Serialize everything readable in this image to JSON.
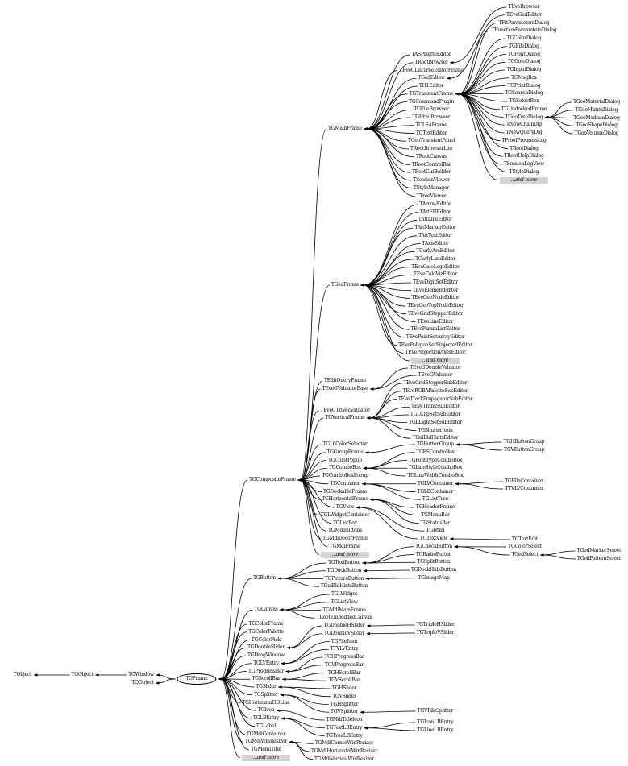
{
  "title": "TGFrame class inheritance diagram",
  "colors": {
    "line": "#000000",
    "more_box": "#d3d3d3",
    "background": "#ffffff"
  },
  "nodes": {
    "TObject": "TObject",
    "TGObject": "TGObject",
    "TGWindow": "TGWindow",
    "TQObject": "TQObject",
    "TGFrame": "TGFrame",
    "TGButton": "TGButton",
    "TGCanvas": "TGCanvas",
    "TGColorFrame": "TGColorFrame",
    "TGColorPalette": "TGColorPalette",
    "TGColorPick": "TGColorPick",
    "TGDoubleSlider": "TGDoubleSlider",
    "TGDragWindow": "TGDragWindow",
    "TGLVEntry": "TGLVEntry",
    "TGProgressBar": "TGProgressBar",
    "TGScrollBar": "TGScrollBar",
    "TGSlider": "TGSlider",
    "TGSplitter": "TGSplitter",
    "TGHorizontal3DLine": "TGHorizontal3DLine",
    "TGIcon": "TGIcon",
    "TGLBEntry": "TGLBEntry",
    "TGLabel": "TGLabel",
    "TGMdiContainer": "TGMdiContainer",
    "TGMdiWinResizer": "TGMdiWinResizer",
    "TGMenuTitle": "TGMenuTitle",
    "more1": "...and more",
    "TGCompositeFrame": "TGCompositeFrame",
    "TGTextButton": "TGTextButton",
    "TGDockButton": "TGDockButton",
    "TGPictureButton": "TGPictureButton",
    "TGuiBldHintsButton": "TGuiBldHintsButton",
    "TGLWidget": "TGLWidget",
    "TGListView": "TGListView",
    "TGMdiMainFrame": "TGMdiMainFrame",
    "TRootEmbeddedCanvas": "TRootEmbeddedCanvas",
    "TGDoubleHSlider": "TGDoubleHSlider",
    "TGDoubleVSlider": "TGDoubleVSlider",
    "TGFileItem": "TGFileItem",
    "TTVLVEntry": "TTVLVEntry",
    "TGHProgressBar": "TGHProgressBar",
    "TGVProgressBar": "TGVProgressBar",
    "TGHScrollBar": "TGHScrollBar",
    "TGVScrollBar": "TGVScrollBar",
    "TGHSlider": "TGHSlider",
    "TGVSlider": "TGVSlider",
    "TGHSplitter": "TGHSplitter",
    "TGVSplitter": "TGVSplitter",
    "TGMdiTitleIcon": "TGMdiTitleIcon",
    "TGTextLBEntry": "TGTextLBEntry",
    "TGTreeLBEntry": "TGTreeLBEntry",
    "TGMdiCornerWinResizer": "TGMdiCornerWinResizer",
    "TGMdiHorizontalWinResizer": "TGMdiHorizontalWinResizer",
    "TGMdiVerticalWinResizer": "TGMdiVerticalWinResizer",
    "TGTripleHSlider": "TGTripleHSlider",
    "TGTripleVSlider": "TGTripleVSlider",
    "TGVFileSplitter": "TGVFileSplitter",
    "TGIconLBEntry": "TGIconLBEntry",
    "TGLineLBEntry": "TGLineLBEntry",
    "TGCheckButton": "TGCheckButton",
    "TGRadioButton": "TGRadioButton",
    "TGSplitButton": "TGSplitButton",
    "TGDockHideButton": "TGDockHideButton",
    "TGImageMap": "TGImageMap",
    "TGTextView": "TGTextView",
    "TGTextEdit": "TGTextEdit",
    "TGColorSelect": "TGColorSelect",
    "TGedSelect": "TGedSelect",
    "TGedMarkerSelect": "TGedMarkerSelect",
    "TGedPatternSelect": "TGedPatternSelect",
    "TGMainFrame": "TGMainFrame",
    "TGedFrame": "TGedFrame",
    "TEditQueryFrame": "TEditQueryFrame",
    "TEveGValuatorBase": "TEveGValuatorBase",
    "TEveGTriVecValuator": "TEveGTriVecValuator",
    "TGVerticalFrame": "TGVerticalFrame",
    "TG16ColorSelector": "TG16ColorSelector",
    "TGGroupFrame": "TGGroupFrame",
    "TGColorPopup": "TGColorPopup",
    "TGComboBox": "TGComboBox",
    "TGComboBoxPopup": "TGComboBoxPopup",
    "TGContainer": "TGContainer",
    "TGDockableFrame": "TGDockableFrame",
    "TGHorizontalFrame": "TGHorizontalFrame",
    "TGView": "TGView",
    "TGLWidgetContainer": "TGLWidgetContainer",
    "TGListBox": "TGListBox",
    "TGMdiButtons": "TGMdiButtons",
    "TGMdiDecorFrame": "TGMdiDecorFrame",
    "TGMdiFrame": "TGMdiFrame",
    "more2": "...and more",
    "TASPaletteEditor": "TASPaletteEditor",
    "TRootBrowser": "TRootBrowser",
    "TEveGListTreeEditorFrame": "TEveGListTreeEditorFrame",
    "TGedEditor": "TGedEditor",
    "TH1Editor": "TH1Editor",
    "TGTransientFrame": "TGTransientFrame",
    "TGCommandPlugin": "TGCommandPlugin",
    "TGFileBrowser": "TGFileBrowser",
    "TGHtmlBrowser": "TGHtmlBrowser",
    "TGLSAFrame": "TGLSAFrame",
    "TGTextEditor": "TGTextEditor",
    "TGeoTransientPanel": "TGeoTransientPanel",
    "TRootBrowserLite": "TRootBrowserLite",
    "TRootCanvas": "TRootCanvas",
    "TRootControlBar": "TRootControlBar",
    "TRootGuiBuilder": "TRootGuiBuilder",
    "TSessionViewer": "TSessionViewer",
    "TStyleManager": "TStyleManager",
    "TTreeViewer": "TTreeViewer",
    "TEveBrowser": "TEveBrowser",
    "TEveGedEditor": "TEveGedEditor",
    "TFitParametersDialog": "TFitParametersDialog",
    "TFunctionParametersDialog": "TFunctionParametersDialog",
    "TGColorDialog": "TGColorDialog",
    "TGFileDialog": "TGFileDialog",
    "TGFontDialog": "TGFontDialog",
    "TGGotoDialog": "TGGotoDialog",
    "TGInputDialog": "TGInputDialog",
    "TGMsgBox": "TGMsgBox",
    "TGPrintDialog": "TGPrintDialog",
    "TGSearchDialog": "TGSearchDialog",
    "TGSelectBox": "TGSelectBox",
    "TGUndockedFrame": "TGUndockedFrame",
    "TGeoTreeDialog": "TGeoTreeDialog",
    "TNewChainDlg": "TNewChainDlg",
    "TNewQueryDlg": "TNewQueryDlg",
    "TProofProgressLog": "TProofProgressLog",
    "TRootDialog": "TRootDialog",
    "TRootHelpDialog": "TRootHelpDialog",
    "TSessionLogView": "TSessionLogView",
    "TStyleDialog": "TStyleDialog",
    "more3": "...and more",
    "TGeoMaterialDialog": "TGeoMaterialDialog",
    "TGeoMatrixDialog": "TGeoMatrixDialog",
    "TGeoMediumDialog": "TGeoMediumDialog",
    "TGeoShapeDialog": "TGeoShapeDialog",
    "TGeoVolumeDialog": "TGeoVolumeDialog",
    "TArrowEditor": "TArrowEditor",
    "TAttFillEditor": "TAttFillEditor",
    "TAttLineEditor": "TAttLineEditor",
    "TAttMarkerEditor": "TAttMarkerEditor",
    "TAttTextEditor": "TAttTextEditor",
    "TAxisEditor": "TAxisEditor",
    "TCurlyArcEditor": "TCurlyArcEditor",
    "TCurlyLineEditor": "TCurlyLineEditor",
    "TEveCaloLegoEditor": "TEveCaloLegoEditor",
    "TEveCaloVizEditor": "TEveCaloVizEditor",
    "TEveDigitSetEditor": "TEveDigitSetEditor",
    "TEveElementEditor": "TEveElementEditor",
    "TEveGeoNodeEditor": "TEveGeoNodeEditor",
    "TEveGeoTopNodeEditor": "TEveGeoTopNodeEditor",
    "TEveGridStepperEditor": "TEveGridStepperEditor",
    "TEveLineEditor": "TEveLineEditor",
    "TEveParamListEditor": "TEveParamListEditor",
    "TEvePointSetArrayEditor": "TEvePointSetArrayEditor",
    "TEvePolygonSetProjectedEditor": "TEvePolygonSetProjectedEditor",
    "TEveProjectionAxesEditor": "TEveProjectionAxesEditor",
    "more4": "...and more",
    "TEveGDoubleValuator": "TEveGDoubleValuator",
    "TEveGValuator": "TEveGValuator",
    "TEveGridStepperSubEditor": "TEveGridStepperSubEditor",
    "TEveRGBAPaletteSubEditor": "TEveRGBAPaletteSubEditor",
    "TEveTrackPropagatorSubEditor": "TEveTrackPropagatorSubEditor",
    "TEveTransSubEditor": "TEveTransSubEditor",
    "TGLClipSetSubEditor": "TGLClipSetSubEditor",
    "TGLLightSetSubEditor": "TGLLightSetSubEditor",
    "TGShutterItem": "TGShutterItem",
    "TGuiBldHintsEditor": "TGuiBldHintsEditor",
    "TGButtonGroup": "TGButtonGroup",
    "TGFSComboBox": "TGFSComboBox",
    "TGFontTypeComboBox": "TGFontTypeComboBox",
    "TGLineStyleComboBox": "TGLineStyleComboBox",
    "TGLineWidthComboBox": "TGLineWidthComboBox",
    "TGLVContainer": "TGLVContainer",
    "TGLBContainer": "TGLBContainer",
    "TGListTree": "TGListTree",
    "TGHeaderFrame": "TGHeaderFrame",
    "TGMenuBar": "TGMenuBar",
    "TGStatusBar": "TGStatusBar",
    "TGHtml": "TGHtml",
    "TGHButtonGroup": "TGHButtonGroup",
    "TGVButtonGroup": "TGVButtonGroup",
    "TGFileContainer": "TGFileContainer",
    "TTVLVContainer": "TTVLVContainer"
  },
  "edges": [
    [
      "TGObject",
      "TObject"
    ],
    [
      "TGWindow",
      "TGObject"
    ],
    [
      "TGFrame",
      "TGWindow"
    ],
    [
      "TGFrame",
      "TQObject"
    ],
    [
      "TGButton",
      "TGFrame"
    ],
    [
      "TGCanvas",
      "TGFrame"
    ],
    [
      "TGColorFrame",
      "TGFrame"
    ],
    [
      "TGColorPalette",
      "TGFrame"
    ],
    [
      "TGColorPick",
      "TGFrame"
    ],
    [
      "TGDoubleSlider",
      "TGFrame"
    ],
    [
      "TGDragWindow",
      "TGFrame"
    ],
    [
      "TGLVEntry",
      "TGFrame"
    ],
    [
      "TGProgressBar",
      "TGFrame"
    ],
    [
      "TGScrollBar",
      "TGFrame"
    ],
    [
      "TGSlider",
      "TGFrame"
    ],
    [
      "TGSplitter",
      "TGFrame"
    ],
    [
      "TGHorizontal3DLine",
      "TGFrame"
    ],
    [
      "TGIcon",
      "TGFrame"
    ],
    [
      "TGLBEntry",
      "TGFrame"
    ],
    [
      "TGLabel",
      "TGFrame"
    ],
    [
      "TGMdiContainer",
      "TGFrame"
    ],
    [
      "TGMdiWinResizer",
      "TGFrame"
    ],
    [
      "TGMenuTitle",
      "TGFrame"
    ],
    [
      "more1",
      "TGFrame"
    ],
    [
      "TGCompositeFrame",
      "TGFrame"
    ],
    [
      "TGTextButton",
      "TGButton"
    ],
    [
      "TGDockButton",
      "TGButton"
    ],
    [
      "TGPictureButton",
      "TGButton"
    ],
    [
      "TGuiBldHintsButton",
      "TGButton"
    ],
    [
      "TGLWidget",
      "TGCanvas"
    ],
    [
      "TGListView",
      "TGCanvas"
    ],
    [
      "TGMdiMainFrame",
      "TGCanvas"
    ],
    [
      "TRootEmbeddedCanvas",
      "TGCanvas"
    ],
    [
      "TGDoubleHSlider",
      "TGDoubleSlider"
    ],
    [
      "TGDoubleVSlider",
      "TGDoubleSlider"
    ],
    [
      "TGFileItem",
      "TGLVEntry"
    ],
    [
      "TTVLVEntry",
      "TGLVEntry"
    ],
    [
      "TGHProgressBar",
      "TGProgressBar"
    ],
    [
      "TGVProgressBar",
      "TGProgressBar"
    ],
    [
      "TGHScrollBar",
      "TGScrollBar"
    ],
    [
      "TGVScrollBar",
      "TGScrollBar"
    ],
    [
      "TGHSlider",
      "TGSlider"
    ],
    [
      "TGVSlider",
      "TGSlider"
    ],
    [
      "TGHSplitter",
      "TGSplitter"
    ],
    [
      "TGVSplitter",
      "TGSplitter"
    ],
    [
      "TGMdiTitleIcon",
      "TGIcon"
    ],
    [
      "TGTextLBEntry",
      "TGLBEntry"
    ],
    [
      "TGTreeLBEntry",
      "TGLBEntry"
    ],
    [
      "TGMdiCornerWinResizer",
      "TGMdiWinResizer"
    ],
    [
      "TGMdiHorizontalWinResizer",
      "TGMdiWinResizer"
    ],
    [
      "TGMdiVerticalWinResizer",
      "TGMdiWinResizer"
    ],
    [
      "TGTripleHSlider",
      "TGDoubleHSlider"
    ],
    [
      "TGTripleVSlider",
      "TGDoubleVSlider"
    ],
    [
      "TGVFileSplitter",
      "TGVSplitter"
    ],
    [
      "TGIconLBEntry",
      "TGTextLBEntry"
    ],
    [
      "TGLineLBEntry",
      "TGTextLBEntry"
    ],
    [
      "TGCheckButton",
      "TGTextButton"
    ],
    [
      "TGRadioButton",
      "TGTextButton"
    ],
    [
      "TGSplitButton",
      "TGTextButton"
    ],
    [
      "TGDockHideButton",
      "TGDockButton"
    ],
    [
      "TGImageMap",
      "TGPictureButton"
    ],
    [
      "TGTextView",
      "TGView"
    ],
    [
      "TGTextEdit",
      "TGTextView"
    ],
    [
      "TGColorSelect",
      "TGCheckButton"
    ],
    [
      "TGedSelect",
      "TGCheckButton"
    ],
    [
      "TGedMarkerSelect",
      "TGedSelect"
    ],
    [
      "TGedPatternSelect",
      "TGedSelect"
    ],
    [
      "TGMainFrame",
      "TGCompositeFrame"
    ],
    [
      "TGedFrame",
      "TGCompositeFrame"
    ],
    [
      "TEditQueryFrame",
      "TGCompositeFrame"
    ],
    [
      "TEveGValuatorBase",
      "TGCompositeFrame"
    ],
    [
      "TEveGTriVecValuator",
      "TGCompositeFrame"
    ],
    [
      "TGVerticalFrame",
      "TGCompositeFrame"
    ],
    [
      "TG16ColorSelector",
      "TGCompositeFrame"
    ],
    [
      "TGGroupFrame",
      "TGCompositeFrame"
    ],
    [
      "TGColorPopup",
      "TGCompositeFrame"
    ],
    [
      "TGComboBox",
      "TGCompositeFrame"
    ],
    [
      "TGComboBoxPopup",
      "TGCompositeFrame"
    ],
    [
      "TGContainer",
      "TGCompositeFrame"
    ],
    [
      "TGDockableFrame",
      "TGCompositeFrame"
    ],
    [
      "TGHorizontalFrame",
      "TGCompositeFrame"
    ],
    [
      "TGView",
      "TGCompositeFrame"
    ],
    [
      "TGLWidgetContainer",
      "TGCompositeFrame"
    ],
    [
      "TGListBox",
      "TGCompositeFrame"
    ],
    [
      "TGMdiButtons",
      "TGCompositeFrame"
    ],
    [
      "TGMdiDecorFrame",
      "TGCompositeFrame"
    ],
    [
      "TGMdiFrame",
      "TGCompositeFrame"
    ],
    [
      "more2",
      "TGCompositeFrame"
    ],
    [
      "TASPaletteEditor",
      "TGMainFrame"
    ],
    [
      "TRootBrowser",
      "TGMainFrame"
    ],
    [
      "TEveGListTreeEditorFrame",
      "TGMainFrame"
    ],
    [
      "TGedEditor",
      "TGMainFrame"
    ],
    [
      "TH1Editor",
      "TGMainFrame"
    ],
    [
      "TGTransientFrame",
      "TGMainFrame"
    ],
    [
      "TGCommandPlugin",
      "TGMainFrame"
    ],
    [
      "TGFileBrowser",
      "TGMainFrame"
    ],
    [
      "TGHtmlBrowser",
      "TGMainFrame"
    ],
    [
      "TGLSAFrame",
      "TGMainFrame"
    ],
    [
      "TGTextEditor",
      "TGMainFrame"
    ],
    [
      "TGeoTransientPanel",
      "TGMainFrame"
    ],
    [
      "TRootBrowserLite",
      "TGMainFrame"
    ],
    [
      "TRootCanvas",
      "TGMainFrame"
    ],
    [
      "TRootControlBar",
      "TGMainFrame"
    ],
    [
      "TRootGuiBuilder",
      "TGMainFrame"
    ],
    [
      "TSessionViewer",
      "TGMainFrame"
    ],
    [
      "TStyleManager",
      "TGMainFrame"
    ],
    [
      "TTreeViewer",
      "TGMainFrame"
    ],
    [
      "TEveBrowser",
      "TRootBrowser"
    ],
    [
      "TEveGedEditor",
      "TGedEditor"
    ],
    [
      "TFitParametersDialog",
      "TGTransientFrame"
    ],
    [
      "TFunctionParametersDialog",
      "TGTransientFrame"
    ],
    [
      "TGColorDialog",
      "TGTransientFrame"
    ],
    [
      "TGFileDialog",
      "TGTransientFrame"
    ],
    [
      "TGFontDialog",
      "TGTransientFrame"
    ],
    [
      "TGGotoDialog",
      "TGTransientFrame"
    ],
    [
      "TGInputDialog",
      "TGTransientFrame"
    ],
    [
      "TGMsgBox",
      "TGTransientFrame"
    ],
    [
      "TGPrintDialog",
      "TGTransientFrame"
    ],
    [
      "TGSearchDialog",
      "TGTransientFrame"
    ],
    [
      "TGSelectBox",
      "TGTransientFrame"
    ],
    [
      "TGUndockedFrame",
      "TGTransientFrame"
    ],
    [
      "TGeoTreeDialog",
      "TGTransientFrame"
    ],
    [
      "TNewChainDlg",
      "TGTransientFrame"
    ],
    [
      "TNewQueryDlg",
      "TGTransientFrame"
    ],
    [
      "TProofProgressLog",
      "TGTransientFrame"
    ],
    [
      "TRootDialog",
      "TGTransientFrame"
    ],
    [
      "TRootHelpDialog",
      "TGTransientFrame"
    ],
    [
      "TSessionLogView",
      "TGTransientFrame"
    ],
    [
      "TStyleDialog",
      "TGTransientFrame"
    ],
    [
      "more3",
      "TGTransientFrame"
    ],
    [
      "TGeoMaterialDialog",
      "TGeoTreeDialog"
    ],
    [
      "TGeoMatrixDialog",
      "TGeoTreeDialog"
    ],
    [
      "TGeoMediumDialog",
      "TGeoTreeDialog"
    ],
    [
      "TGeoShapeDialog",
      "TGeoTreeDialog"
    ],
    [
      "TGeoVolumeDialog",
      "TGeoTreeDialog"
    ],
    [
      "TArrowEditor",
      "TGedFrame"
    ],
    [
      "TAttFillEditor",
      "TGedFrame"
    ],
    [
      "TAttLineEditor",
      "TGedFrame"
    ],
    [
      "TAttMarkerEditor",
      "TGedFrame"
    ],
    [
      "TAttTextEditor",
      "TGedFrame"
    ],
    [
      "TAxisEditor",
      "TGedFrame"
    ],
    [
      "TCurlyArcEditor",
      "TGedFrame"
    ],
    [
      "TCurlyLineEditor",
      "TGedFrame"
    ],
    [
      "TEveCaloLegoEditor",
      "TGedFrame"
    ],
    [
      "TEveCaloVizEditor",
      "TGedFrame"
    ],
    [
      "TEveDigitSetEditor",
      "TGedFrame"
    ],
    [
      "TEveElementEditor",
      "TGedFrame"
    ],
    [
      "TEveGeoNodeEditor",
      "TGedFrame"
    ],
    [
      "TEveGeoTopNodeEditor",
      "TGedFrame"
    ],
    [
      "TEveGridStepperEditor",
      "TGedFrame"
    ],
    [
      "TEveLineEditor",
      "TGedFrame"
    ],
    [
      "TEveParamListEditor",
      "TGedFrame"
    ],
    [
      "TEvePointSetArrayEditor",
      "TGedFrame"
    ],
    [
      "TEvePolygonSetProjectedEditor",
      "TGedFrame"
    ],
    [
      "TEveProjectionAxesEditor",
      "TGedFrame"
    ],
    [
      "more4",
      "TGedFrame"
    ],
    [
      "TEveGDoubleValuator",
      "TEveGValuatorBase"
    ],
    [
      "TEveGValuator",
      "TEveGValuatorBase"
    ],
    [
      "TEveGridStepperSubEditor",
      "TGVerticalFrame"
    ],
    [
      "TEveRGBAPaletteSubEditor",
      "TGVerticalFrame"
    ],
    [
      "TEveTrackPropagatorSubEditor",
      "TGVerticalFrame"
    ],
    [
      "TEveTransSubEditor",
      "TGVerticalFrame"
    ],
    [
      "TGLClipSetSubEditor",
      "TGVerticalFrame"
    ],
    [
      "TGLLightSetSubEditor",
      "TGVerticalFrame"
    ],
    [
      "TGShutterItem",
      "TGVerticalFrame"
    ],
    [
      "TGuiBldHintsEditor",
      "TGVerticalFrame"
    ],
    [
      "TGButtonGroup",
      "TGGroupFrame"
    ],
    [
      "TGFSComboBox",
      "TGComboBox"
    ],
    [
      "TGFontTypeComboBox",
      "TGComboBox"
    ],
    [
      "TGLineStyleComboBox",
      "TGComboBox"
    ],
    [
      "TGLineWidthComboBox",
      "TGComboBox"
    ],
    [
      "TGLVContainer",
      "TGContainer"
    ],
    [
      "TGLBContainer",
      "TGContainer"
    ],
    [
      "TGListTree",
      "TGContainer"
    ],
    [
      "TGHeaderFrame",
      "TGHorizontalFrame"
    ],
    [
      "TGMenuBar",
      "TGHorizontalFrame"
    ],
    [
      "TGStatusBar",
      "TGHorizontalFrame"
    ],
    [
      "TGHtml",
      "TGView"
    ],
    [
      "TGHButtonGroup",
      "TGButtonGroup"
    ],
    [
      "TGVButtonGroup",
      "TGButtonGroup"
    ],
    [
      "TGFileContainer",
      "TGLVContainer"
    ],
    [
      "TTVLVContainer",
      "TGLVContainer"
    ]
  ]
}
